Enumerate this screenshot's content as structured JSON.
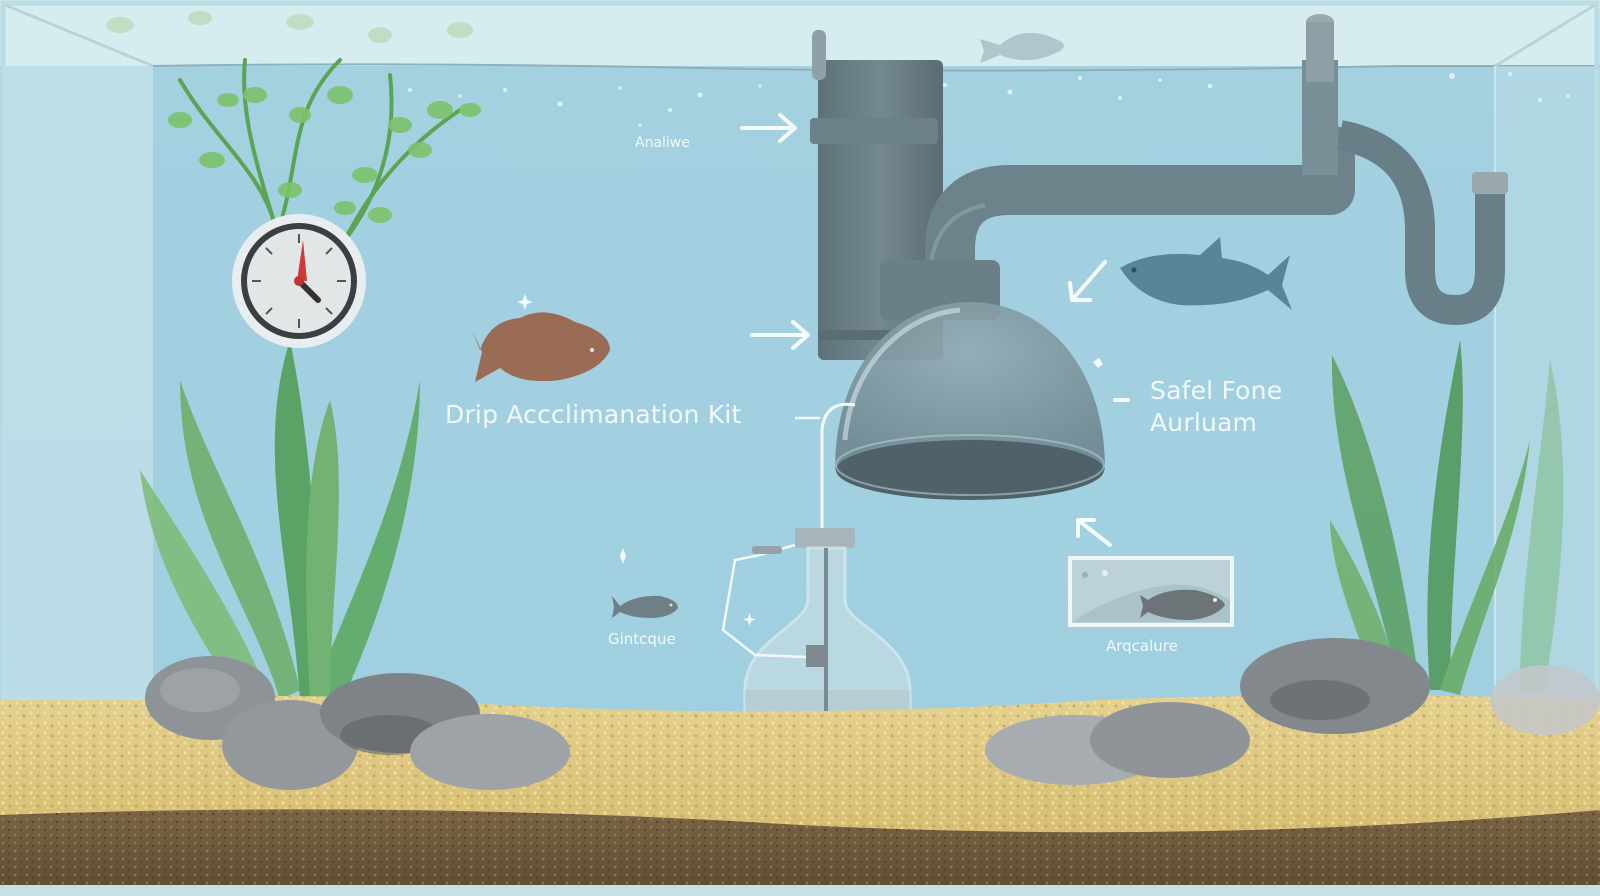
{
  "diagram": {
    "subject": "Aquarium drip acclimation setup",
    "labels": {
      "top_arrow_label": "Analiwe",
      "drip_kit": "Drip Accclimanation Kit",
      "safe_line1": "Safel Fone",
      "safe_line2": "Aurluam",
      "small_fish_label": "Gintcque",
      "inset_label": "Arqcalure"
    },
    "icons": [
      "thermometer-gauge-icon",
      "arrow-right-icon",
      "arrow-down-left-icon",
      "fish-icon",
      "dome-icon",
      "bottle-icon",
      "pipe-icon"
    ],
    "colors": {
      "water": "#a5d2e1",
      "water_top": "#d6ebef",
      "glass_edge": "#c2e0e8",
      "pipe": "#6e848c",
      "pipe_dark": "#56676e",
      "plant": "#5ea05a",
      "gravel": "#d9c27d",
      "soil": "#6e5a3c",
      "rock": "#8c9196",
      "fish_brown": "#9b6d55",
      "fish_blue": "#5a8497",
      "gauge_needle": "#d23a3a"
    }
  }
}
